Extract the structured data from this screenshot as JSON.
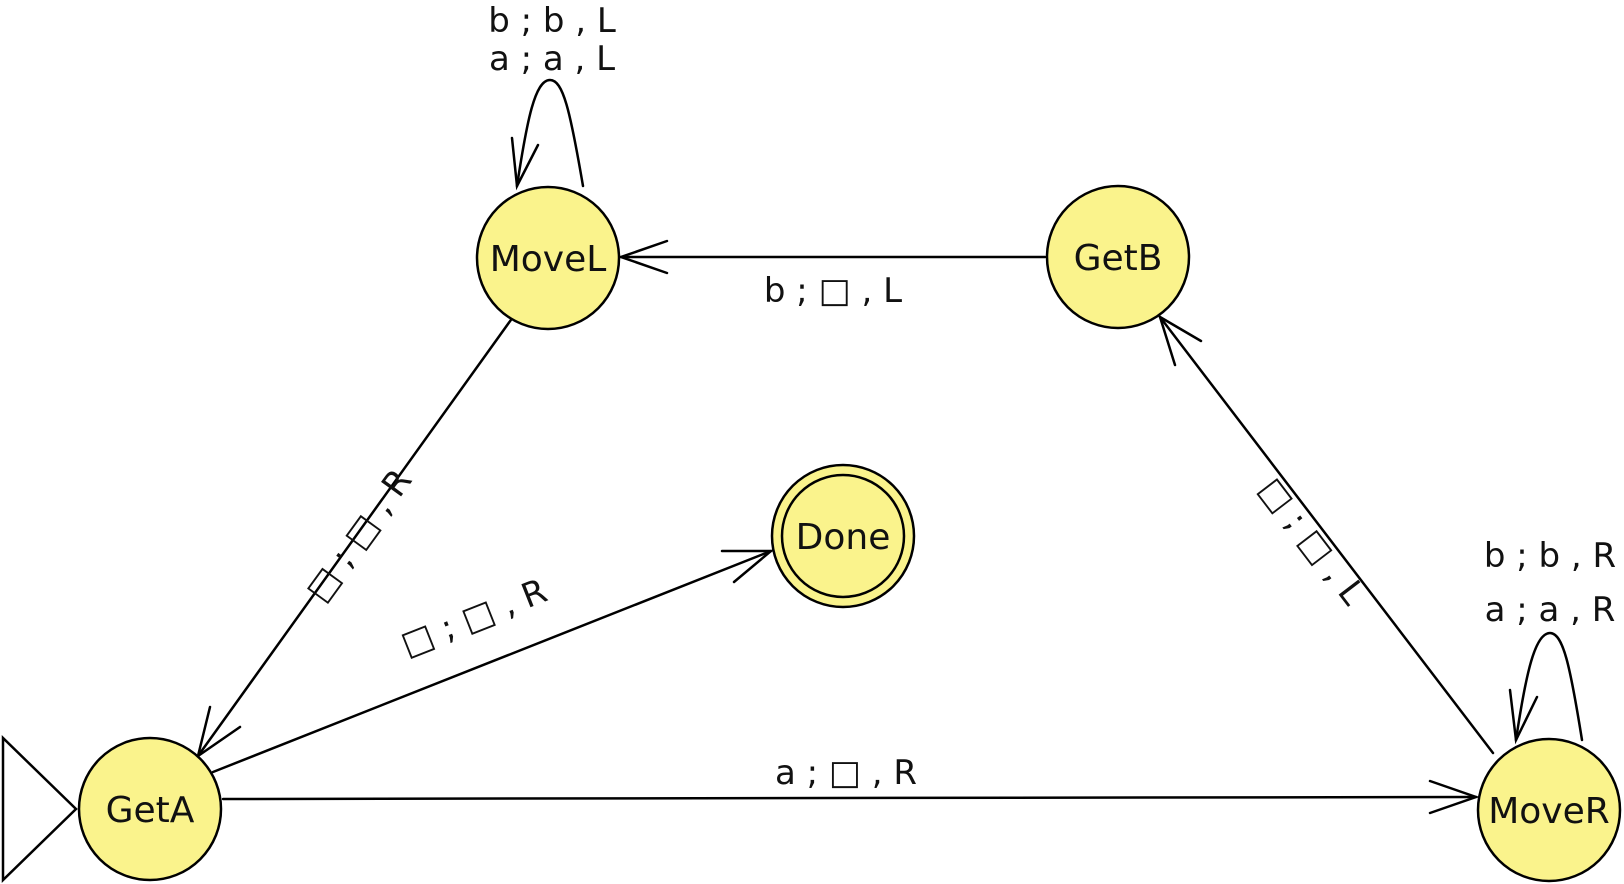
{
  "diagram": {
    "type": "turing-machine-state-diagram",
    "colors": {
      "state_fill": "#faf38c",
      "stroke": "#000000",
      "text": "#111111",
      "background": "#ffffff"
    },
    "states": [
      {
        "id": "GetA",
        "label": "GetA",
        "initial": true,
        "accepting": false
      },
      {
        "id": "MoveL",
        "label": "MoveL",
        "initial": false,
        "accepting": false
      },
      {
        "id": "GetB",
        "label": "GetB",
        "initial": false,
        "accepting": false
      },
      {
        "id": "MoveR",
        "label": "MoveR",
        "initial": false,
        "accepting": false
      },
      {
        "id": "Done",
        "label": "Done",
        "initial": false,
        "accepting": true
      }
    ],
    "transitions": [
      {
        "id": "t-movel-self",
        "from": "MoveL",
        "to": "MoveL",
        "labels": [
          "b ; b , L",
          "a ; a , L"
        ]
      },
      {
        "id": "t-getb-movel",
        "from": "GetB",
        "to": "MoveL",
        "labels": [
          "b ; □ , L"
        ]
      },
      {
        "id": "t-movel-geta",
        "from": "MoveL",
        "to": "GetA",
        "labels": [
          "□ ; □ , R"
        ]
      },
      {
        "id": "t-geta-done",
        "from": "GetA",
        "to": "Done",
        "labels": [
          "□ ; □ , R"
        ]
      },
      {
        "id": "t-geta-mover",
        "from": "GetA",
        "to": "MoveR",
        "labels": [
          "a ; □ , R"
        ]
      },
      {
        "id": "t-mover-getb",
        "from": "MoveR",
        "to": "GetB",
        "labels": [
          "□ ; □ , L"
        ]
      },
      {
        "id": "t-mover-self",
        "from": "MoveR",
        "to": "MoveR",
        "labels": [
          "b ; b , R",
          "a ; a , R"
        ]
      }
    ]
  }
}
